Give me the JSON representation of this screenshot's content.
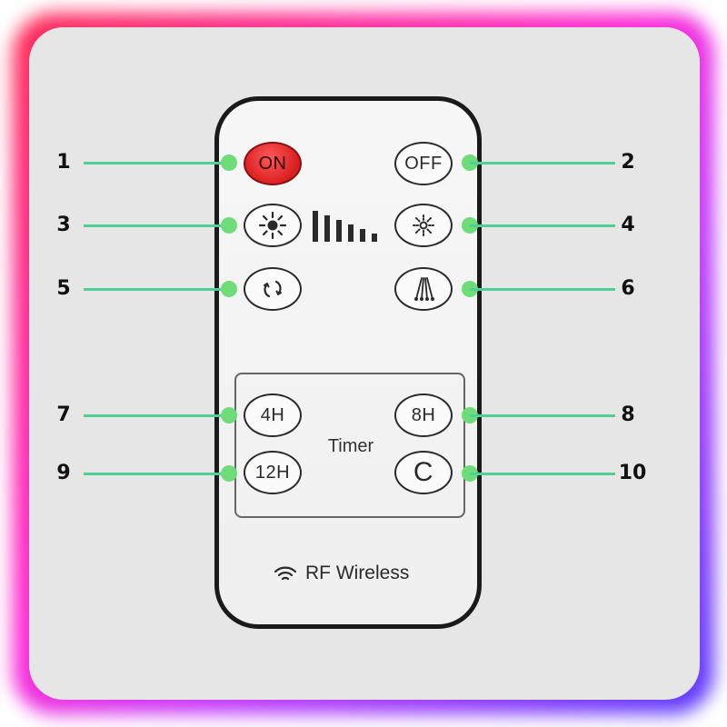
{
  "remote": {
    "buttons": {
      "on": "ON",
      "off": "OFF",
      "timer_4h": "4H",
      "timer_8h": "8H",
      "timer_12h": "12H",
      "timer_cancel": "C"
    },
    "icons": {
      "brightness_up": "sun-large-icon",
      "brightness_down": "sun-small-icon",
      "mode": "rotate-arrows-icon",
      "effect": "light-rays-icon",
      "signal": "wifi-icon"
    },
    "timer_label": "Timer",
    "brand": "RF Wireless",
    "brightness_levels": 6
  },
  "callouts": [
    "1",
    "2",
    "3",
    "4",
    "5",
    "6",
    "7",
    "8",
    "9",
    "10"
  ],
  "colors": {
    "on_button": "#d81e1e",
    "callout_line": "#4fcf95",
    "callout_dot": "#6fdc7a",
    "frame_glow": [
      "#ff2b55",
      "#ff2bd6",
      "#5a3bff"
    ]
  }
}
